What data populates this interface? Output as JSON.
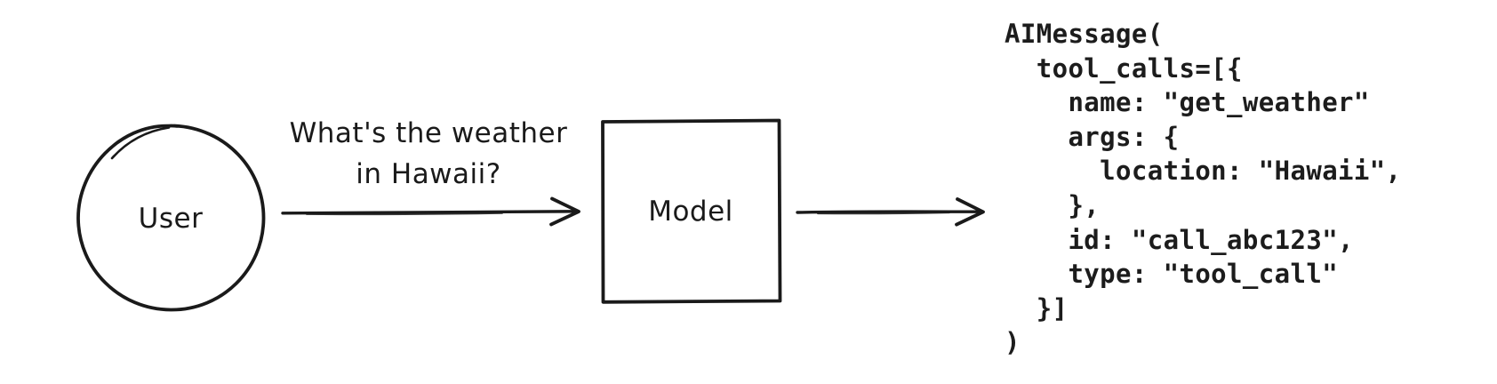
{
  "colors": {
    "ink": "#1a1a1a",
    "background": "#ffffff"
  },
  "diagram": {
    "user_node": {
      "label": "User",
      "shape": "hand-drawn-circle"
    },
    "model_node": {
      "label": "Model",
      "shape": "hand-drawn-rectangle"
    },
    "request_arrow": {
      "label_line1": "What's the weather",
      "label_line2": "in Hawaii?"
    },
    "output_code": {
      "lines": [
        "AIMessage(",
        "  tool_calls=[{",
        "    name: \"get_weather\"",
        "    args: {",
        "      location: \"Hawaii\",",
        "    },",
        "    id: \"call_abc123\",",
        "    type: \"tool_call\"",
        "  }]",
        ")"
      ]
    }
  }
}
